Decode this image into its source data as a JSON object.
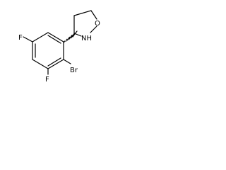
{
  "molecule": {
    "atoms": {
      "fluorine_top": "F",
      "fluorine_bottom": "F",
      "bromine": "Br",
      "ring_nitrogen": "NH",
      "ring_oxygen": "O"
    }
  }
}
